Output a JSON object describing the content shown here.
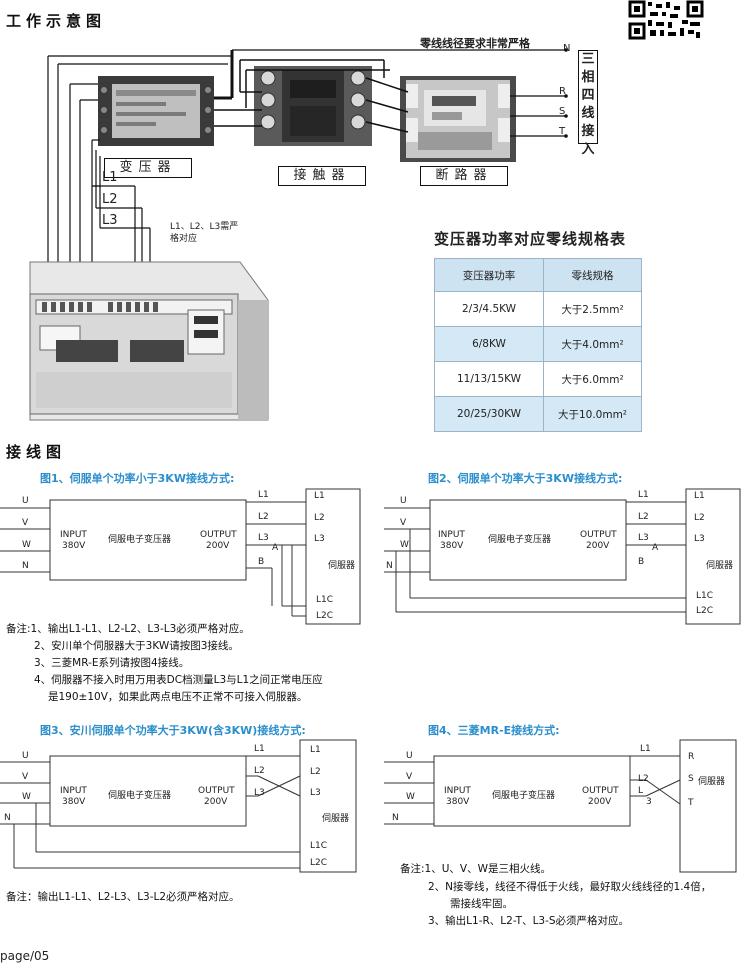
{
  "section1_title": "工作示意图",
  "neutral_note": "零线线径要求非常严格",
  "three_phase_label": "三相四线接入",
  "labels": {
    "transformer": "变压器",
    "contactor": "接触器",
    "breaker": "断路器",
    "L1": "L1",
    "L2": "L2",
    "L3": "L3",
    "match_note": "L1、L2、L3需严格对应",
    "N": "N",
    "R": "R",
    "S": "S",
    "T": "T"
  },
  "spec_table": {
    "title": "变压器功率对应零线规格表",
    "headers": [
      "变压器功率",
      "零线规格"
    ],
    "rows": [
      [
        "2/3/4.5KW",
        "大于2.5mm²"
      ],
      [
        "6/8KW",
        "大于4.0mm²"
      ],
      [
        "11/13/15KW",
        "大于6.0mm²"
      ],
      [
        "20/25/30KW",
        "大于10.0mm²"
      ]
    ]
  },
  "section2_title": "接线图",
  "common": {
    "U": "U",
    "V": "V",
    "W": "W",
    "N": "N",
    "input": "INPUT",
    "input_v": "380V",
    "box": "伺服电子变压器",
    "output": "OUTPUT",
    "output_v": "200V",
    "A": "A",
    "B": "B",
    "servo": "伺服器",
    "L1C": "L1C",
    "L2C": "L2C",
    "num3": "3"
  },
  "fig1_title": "图1、伺服单个功率小于3KW接线方式:",
  "fig2_title": "图2、伺服单个功率大于3KW接线方式:",
  "fig3_title": "图3、安川伺服单个功率大于3KW(含3KW)接线方式:",
  "fig4_title": "图4、三菱MR-E接线方式:",
  "notes1": [
    "备注:1、输出L1-L1、L2-L2、L3-L3必须严格对应。",
    "2、安川单个伺服器大于3KW请按图3接线。",
    "3、三菱MR-E系列请按图4接线。",
    "4、伺服器不接入时用万用表DC档测量L3与L1之间正常电压应",
    "是190±10V，如果此两点电压不正常不可接入伺服器。"
  ],
  "notes3": "备注：输出L1-L1、L2-L3、L3-L2必须严格对应。",
  "notes4": [
    "备注:1、U、V、W是三相火线。",
    "2、N接零线，线径不得低于火线，最好取火线线径的1.4倍，",
    "需接线牢固。",
    "3、输出L1-R、L2-T、L3-S必须严格对应。"
  ],
  "page_number": "page/05"
}
